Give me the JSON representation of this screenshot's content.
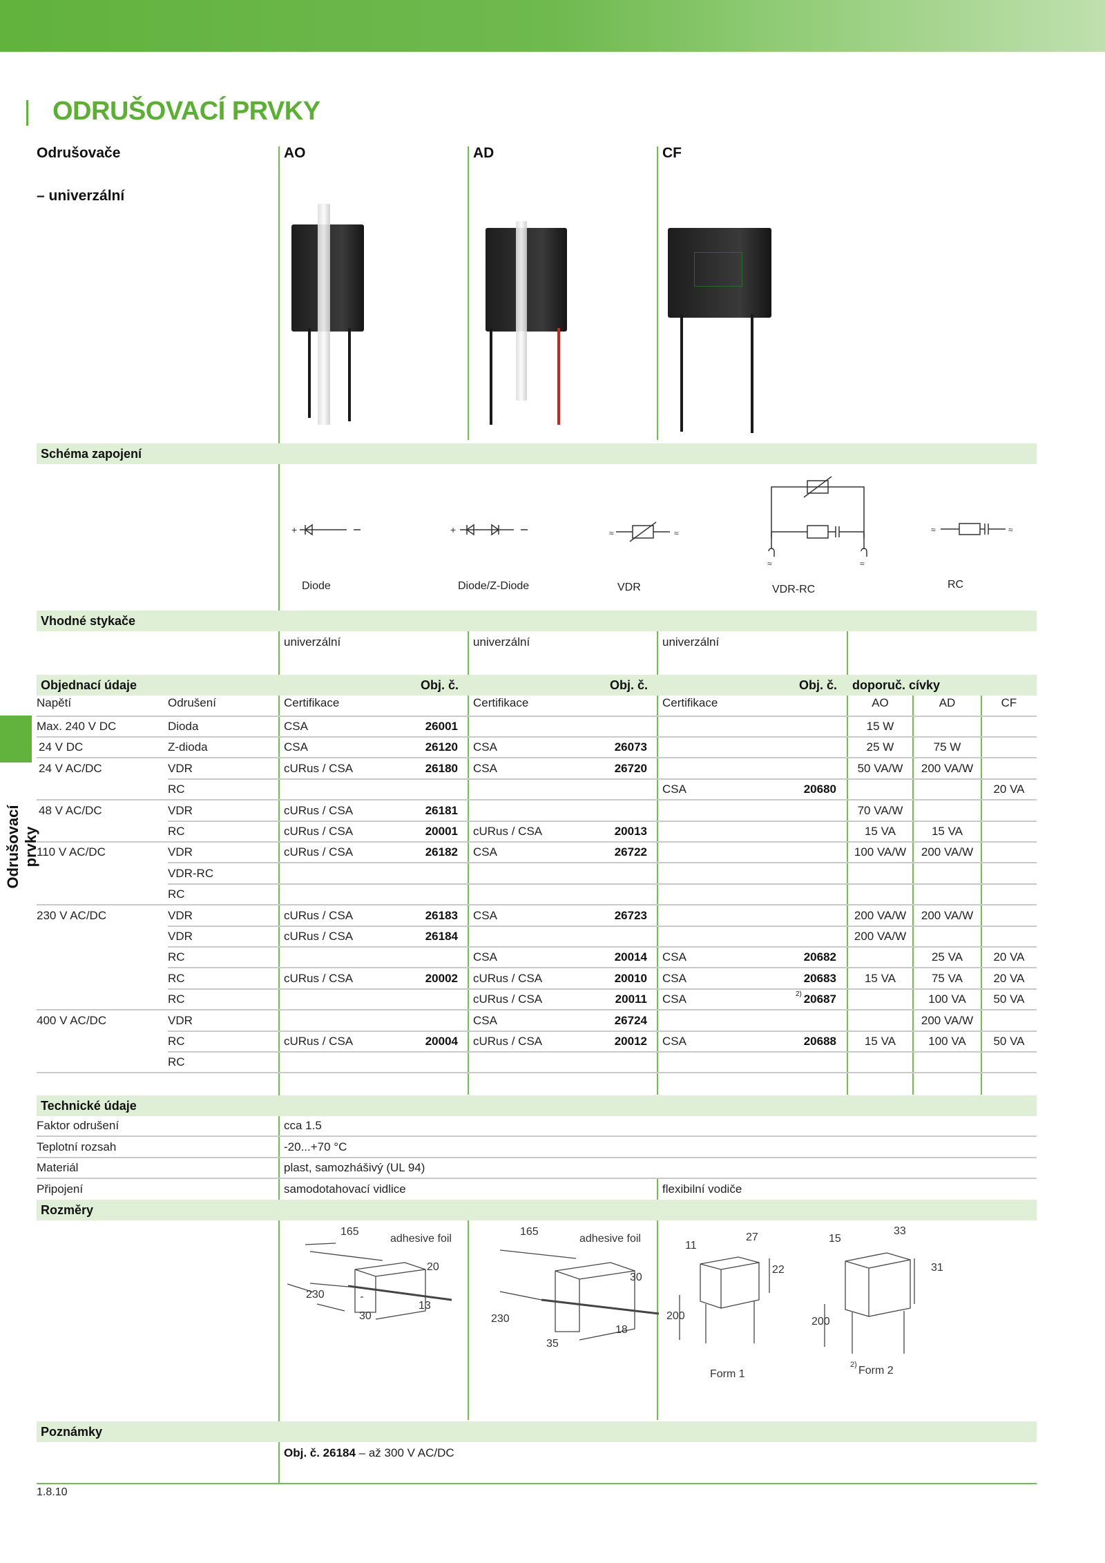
{
  "title": "ODRUŠOVACÍ PRVKY",
  "side_tab": "Odrušovací prvky",
  "product": {
    "name": "Odrušovače",
    "variant": "–  univerzální"
  },
  "columns": [
    "AO",
    "AD",
    "CF"
  ],
  "sections": {
    "schema": "Schéma zapojení",
    "stykace": "Vhodné stykače",
    "objednaci": "Objednací údaje",
    "technicke": "Technické údaje",
    "rozmery": "Rozměry",
    "poznamky": "Poznámky"
  },
  "schematics": [
    "Diode",
    "Diode/Z-Diode",
    "VDR",
    "VDR-RC",
    "RC"
  ],
  "stykace": [
    "univerzální",
    "univerzální",
    "univerzální"
  ],
  "order": {
    "obj_label": "Obj. č.",
    "coil_label": "doporuč. cívky",
    "headers": {
      "napeti": "Napětí",
      "odruseni": "Odrušení",
      "cert": "Certifikace",
      "coils": [
        "AO",
        "AD",
        "CF"
      ]
    },
    "rows": [
      {
        "v": "Max. 240 V DC",
        "o": "Dioda",
        "aoc": "CSA",
        "aon": "26001",
        "adc": "",
        "adn": "",
        "cfc": "",
        "cfn": "",
        "k1": "15 W",
        "k2": "",
        "k3": ""
      },
      {
        "v": " 24  V DC",
        "o": "Z-dioda",
        "aoc": "CSA",
        "aon": "26120",
        "adc": "CSA",
        "adn": "26073",
        "cfc": "",
        "cfn": "",
        "k1": "25 W",
        "k2": "75 W",
        "k3": ""
      },
      {
        "v": " 24  V AC/DC",
        "o": "VDR",
        "aoc": "cURus / CSA",
        "aon": "26180",
        "adc": "CSA",
        "adn": "26720",
        "cfc": "",
        "cfn": "",
        "k1": "50 VA/W",
        "k2": "200 VA/W",
        "k3": ""
      },
      {
        "v": "",
        "o": "RC",
        "aoc": "",
        "aon": "",
        "adc": "",
        "adn": "",
        "cfc": "CSA",
        "cfn": "20680",
        "k1": "",
        "k2": "",
        "k3": "20 VA"
      },
      {
        "v": " 48  V AC/DC",
        "o": "VDR",
        "aoc": "cURus / CSA",
        "aon": "26181",
        "adc": "",
        "adn": "",
        "cfc": "",
        "cfn": "",
        "k1": "70 VA/W",
        "k2": "",
        "k3": ""
      },
      {
        "v": "",
        "o": "RC",
        "aoc": "cURus / CSA",
        "aon": "20001",
        "adc": "cURus / CSA",
        "adn": "20013",
        "cfc": "",
        "cfn": "",
        "k1": "15 VA",
        "k2": "15 VA",
        "k3": ""
      },
      {
        "v": "110  V AC/DC",
        "o": "VDR",
        "aoc": "cURus / CSA",
        "aon": "26182",
        "adc": "CSA",
        "adn": "26722",
        "cfc": "",
        "cfn": "",
        "k1": "100 VA/W",
        "k2": "200 VA/W",
        "k3": ""
      },
      {
        "v": "",
        "o": "VDR-RC",
        "aoc": "",
        "aon": "",
        "adc": "",
        "adn": "",
        "cfc": "",
        "cfn": "",
        "k1": "",
        "k2": "",
        "k3": ""
      },
      {
        "v": "",
        "o": "RC",
        "aoc": "",
        "aon": "",
        "adc": "",
        "adn": "",
        "cfc": "",
        "cfn": "",
        "k1": "",
        "k2": "",
        "k3": ""
      },
      {
        "v": "230  V AC/DC",
        "o": "VDR",
        "aoc": "cURus / CSA",
        "aon": "26183",
        "adc": "CSA",
        "adn": "26723",
        "cfc": "",
        "cfn": "",
        "k1": "200 VA/W",
        "k2": "200 VA/W",
        "k3": ""
      },
      {
        "v": "",
        "o": "VDR",
        "aoc": "cURus / CSA",
        "aon": "26184",
        "adc": "",
        "adn": "",
        "cfc": "",
        "cfn": "",
        "k1": "200 VA/W",
        "k2": "",
        "k3": ""
      },
      {
        "v": "",
        "o": "RC",
        "aoc": "",
        "aon": "",
        "adc": "CSA",
        "adn": "20014",
        "cfc": "CSA",
        "cfn": "20682",
        "k1": "",
        "k2": "25 VA",
        "k3": "20 VA"
      },
      {
        "v": "",
        "o": "RC",
        "aoc": "cURus / CSA",
        "aon": "20002",
        "adc": "cURus / CSA",
        "adn": "20010",
        "cfc": "CSA",
        "cfn": "20683",
        "k1": "15 VA",
        "k2": "75 VA",
        "k3": "20 VA"
      },
      {
        "v": "",
        "o": "RC",
        "aoc": "",
        "aon": "",
        "adc": "cURus / CSA",
        "adn": "20011",
        "cfc": "CSA",
        "cfn": "20687",
        "fn": "2)",
        "k1": "",
        "k2": "100 VA",
        "k3": "50 VA"
      },
      {
        "v": "400  V AC/DC",
        "o": "VDR",
        "aoc": "",
        "aon": "",
        "adc": "CSA",
        "adn": "26724",
        "cfc": "",
        "cfn": "",
        "k1": "",
        "k2": "200 VA/W",
        "k3": ""
      },
      {
        "v": "",
        "o": "RC",
        "aoc": "cURus / CSA",
        "aon": "20004",
        "adc": "cURus / CSA",
        "adn": "20012",
        "cfc": "CSA",
        "cfn": "20688",
        "k1": "15 VA",
        "k2": "100 VA",
        "k3": "50 VA"
      },
      {
        "v": "",
        "o": "RC",
        "aoc": "",
        "aon": "",
        "adc": "",
        "adn": "",
        "cfc": "",
        "cfn": "",
        "k1": "",
        "k2": "",
        "k3": ""
      }
    ]
  },
  "tech": [
    {
      "label": "Faktor odrušení",
      "value": "cca 1.5"
    },
    {
      "label": "Teplotní rozsah",
      "value": "-20...+70 °C"
    },
    {
      "label": "Materiál",
      "value": "plast, samozhášivý (UL 94)"
    },
    {
      "label": "Připojení",
      "value": "samodotahovací vidlice",
      "value2": "flexibilní vodiče"
    }
  ],
  "dims": {
    "ao": {
      "len1": "165",
      "foil": "adhesive foil",
      "h": "20",
      "len2": "230",
      "w": "30",
      "d": "13"
    },
    "ad": {
      "len1": "165",
      "foil": "adhesive foil",
      "h": "30",
      "len2": "230",
      "w": "35",
      "d": "18"
    },
    "cf1": {
      "d": "11",
      "w": "27",
      "h": "22",
      "lead": "200",
      "name": "Form 1"
    },
    "cf2": {
      "d": "15",
      "w": "33",
      "h": "31",
      "lead": "200",
      "name": "Form 2",
      "fn": "2)"
    }
  },
  "note": {
    "bold": "Obj. č. 26184",
    "text": " – až 300 V AC/DC"
  },
  "page_number": "1.8.10"
}
